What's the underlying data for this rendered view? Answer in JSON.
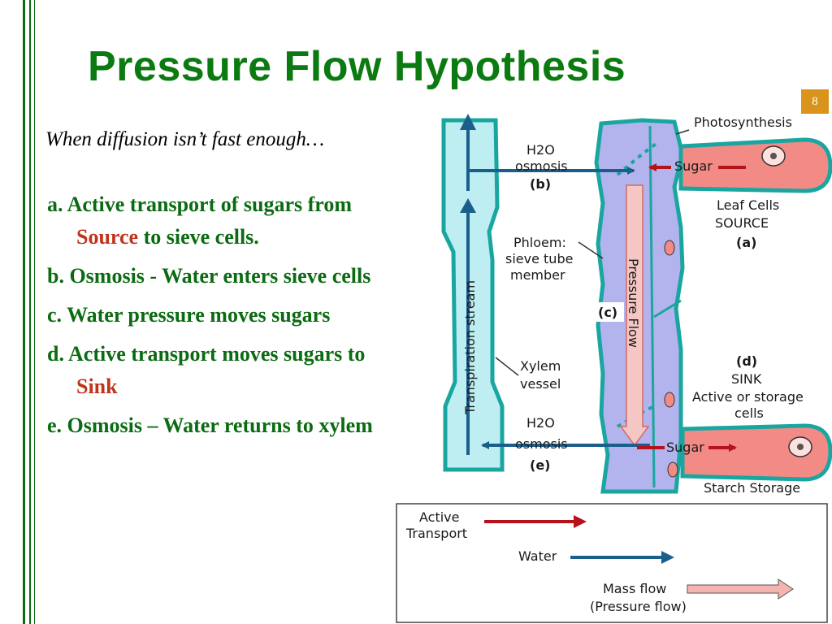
{
  "title": "Pressure Flow Hypothesis",
  "slide_number": "8",
  "subtitle": "When diffusion isn’t fast enough…",
  "points": [
    {
      "prefix": "a. Active transport of sugars from ",
      "highlight": "Source",
      "suffix": " to sieve cells."
    },
    {
      "prefix": "b. Osmosis - Water enters sieve cells",
      "highlight": "",
      "suffix": ""
    },
    {
      "prefix": "c. Water pressure moves sugars",
      "highlight": "",
      "suffix": ""
    },
    {
      "prefix": "d. Active transport moves sugars to ",
      "highlight": "Sink",
      "suffix": ""
    },
    {
      "prefix": "e. Osmosis – Water returns to xylem",
      "highlight": "",
      "suffix": ""
    }
  ],
  "diagram": {
    "photosynthesis": "Photosynthesis",
    "h2o_top": "H2O",
    "osmosis_top": "osmosis",
    "b": "(b)",
    "sugar_top": "Sugar",
    "leaf_cells": "Leaf Cells",
    "source": "SOURCE",
    "a": "(a)",
    "phloem": "Phloem:",
    "sieve_tube": "sieve tube",
    "member": "member",
    "transpiration": "Transpiration stream",
    "pressure_flow": "Pressure Flow",
    "c": "(c)",
    "xylem": "Xylem",
    "vessel": "vessel",
    "d": "(d)",
    "sink": "SINK",
    "active_storage": "Active or storage",
    "cells": "cells",
    "h2o_bottom": "H2O",
    "osmosis_bottom": "osmosis",
    "e": "(e)",
    "sugar_bottom": "Sugar",
    "starch": "Starch Storage"
  },
  "legend": {
    "active_line1": "Active",
    "active_line2": "Transport",
    "water": "Water",
    "mass_line1": "Mass flow",
    "mass_line2": "(Pressure flow)"
  },
  "colors": {
    "title_green": "#0b7a10",
    "highlight_red": "#c0341d",
    "xylem_fill": "#bfeef2",
    "phloem_fill": "#b3b3ee",
    "wall_green": "#1aa6a0",
    "cell_fill": "#f28a86",
    "active_arrow": "#b5121b",
    "water_arrow": "#1a5f8c",
    "mass_arrow": "#f4b4b0"
  }
}
